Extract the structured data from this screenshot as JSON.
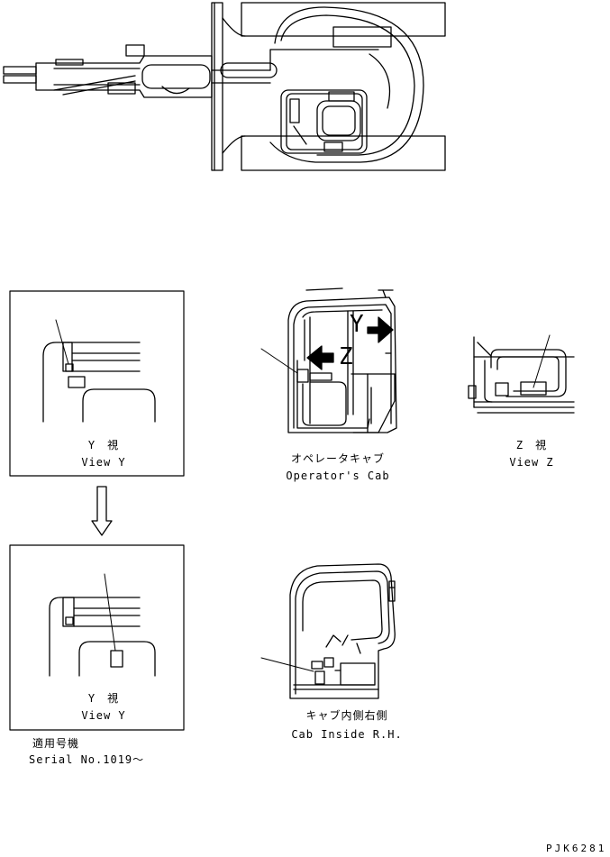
{
  "labels": {
    "view_y_top_jp": "Y　視",
    "view_y_top_en": "View Y",
    "cab_jp": "オペレータキャブ",
    "cab_en": "Operator's Cab",
    "view_z_jp": "Z　視",
    "view_z_en": "View Z",
    "view_y_bot_jp": "Y　視",
    "view_y_bot_en": "View Y",
    "serial_jp": "適用号機",
    "serial_en": "Serial No.1019～",
    "inside_jp": "キャブ内側右側",
    "inside_en": "Cab Inside R.H.",
    "letter_y": "Y",
    "letter_z": "Z",
    "code": "PJK6281"
  }
}
